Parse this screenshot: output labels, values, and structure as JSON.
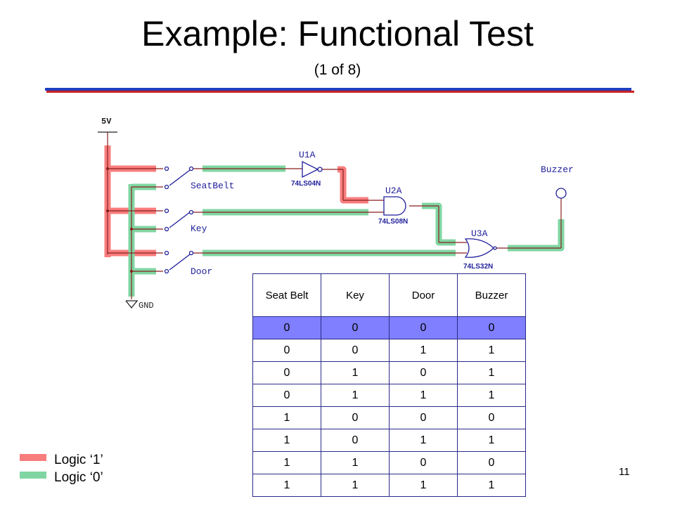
{
  "slide": {
    "title": "Example: Functional Test",
    "subtitle": "(1 of 8)",
    "page_number": "11"
  },
  "colors": {
    "logic_1": "#f87d7d",
    "logic_0": "#7fd6a2",
    "rule_blue": "#1f3fbf",
    "rule_red": "#cc2222",
    "highlight_row": "#7f7fff"
  },
  "schematic": {
    "supply_label": "5V",
    "ground_label": "GND",
    "switches": [
      "SeatBelt",
      "Key",
      "Door"
    ],
    "gates": [
      {
        "ref": "U1A",
        "part": "74LS04N"
      },
      {
        "ref": "U2A",
        "part": "74LS08N"
      },
      {
        "ref": "U3A",
        "part": "74LS32N"
      }
    ],
    "output_label": "Buzzer"
  },
  "truth_table": {
    "headers": [
      "Seat Belt",
      "Key",
      "Door",
      "Buzzer"
    ],
    "highlighted_row": 0,
    "rows": [
      [
        "0",
        "0",
        "0",
        "0"
      ],
      [
        "0",
        "0",
        "1",
        "1"
      ],
      [
        "0",
        "1",
        "0",
        "1"
      ],
      [
        "0",
        "1",
        "1",
        "1"
      ],
      [
        "1",
        "0",
        "0",
        "0"
      ],
      [
        "1",
        "0",
        "1",
        "1"
      ],
      [
        "1",
        "1",
        "0",
        "0"
      ],
      [
        "1",
        "1",
        "1",
        "1"
      ]
    ]
  },
  "legend": [
    {
      "label": "Logic ‘1’",
      "color": "#f87d7d"
    },
    {
      "label": "Logic ‘0’",
      "color": "#7fd6a2"
    }
  ]
}
